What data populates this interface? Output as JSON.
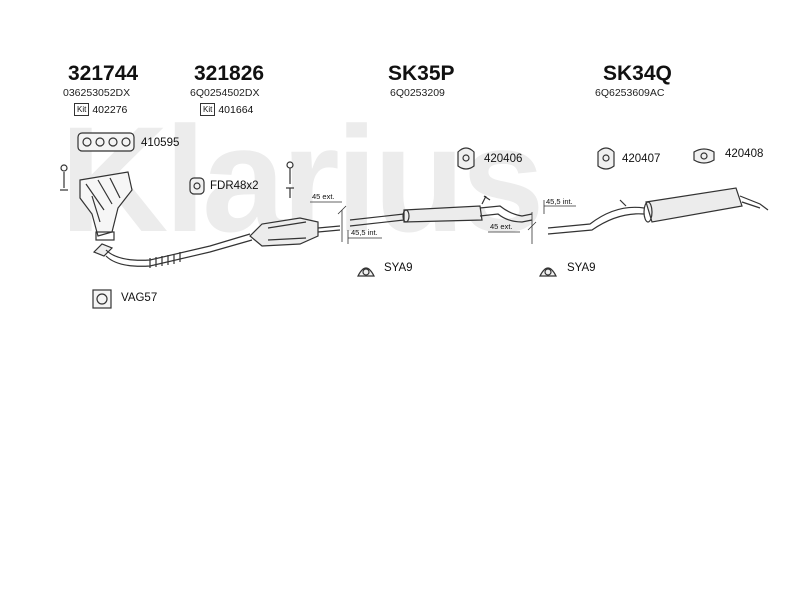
{
  "watermark": "Klarius",
  "headers": [
    {
      "code": "321744",
      "oem": "036253052DX",
      "kit_label": "Kit",
      "kit_number": "402276"
    },
    {
      "code": "321826",
      "oem": "6Q0254502DX",
      "kit_label": "Kit",
      "kit_number": "401664"
    },
    {
      "code": "SK35P",
      "oem": "6Q0253209"
    },
    {
      "code": "SK34Q",
      "oem": "6Q6253609AC"
    }
  ],
  "parts": {
    "gasket_manifold": "410595",
    "flange_gasket": "FDR48x2",
    "hanger_1": "420406",
    "hanger_2": "420407",
    "hanger_3": "420408",
    "clamp_1": "SYA9",
    "clamp_2": "SYA9",
    "seal": "VAG57"
  },
  "dimensions": {
    "d1": "45 ext.",
    "d2": "45,5 int.",
    "d3": "45,5 int.",
    "d4": "45 ext."
  },
  "colors": {
    "line": "#333333",
    "watermark": "#e9e9e9"
  }
}
